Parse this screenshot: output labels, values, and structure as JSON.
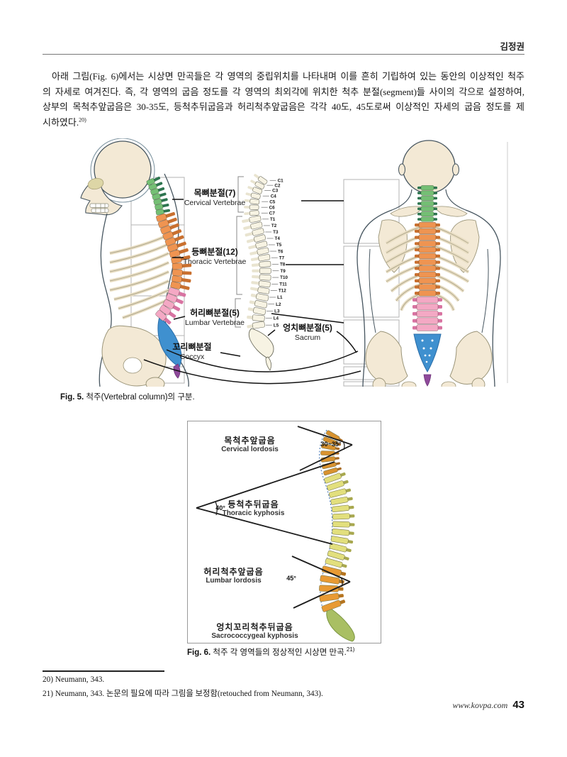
{
  "page": {
    "author": "김정권"
  },
  "paragraph": {
    "lines": [
      "아래 그림(Fig. 6)에서는 시상면 만곡들은 각 영역의 중립위치를 나타내며 이를 흔히 기립하여 있는 동안의 이상적인 척주",
      "의 자세로 여겨진다. 즉, 각 영역의 굽음 정도를 각 영역의 최외각에 위치한 척추 분절(segment)들 사이의 각으로 설정하여,",
      "상부의 목척추앞굽음은 30-35도, 등척추뒤굽음과 허리척추앞굽음은 각각 40도, 45도로써 이상적인 자세의 굽음 정도를 제",
      "시하였다."
    ],
    "footnote_ref": "20)"
  },
  "fig5": {
    "caption_label": "Fig. 5.",
    "caption_text": " 척주(Vertebral column)의 구분.",
    "regions": [
      {
        "kr": "목뼈분절(7)",
        "en": "Cervical Vertebrae"
      },
      {
        "kr": "등뼈분절(12)",
        "en": "Thoracic Vertebrae"
      },
      {
        "kr": "허리뼈분절(5)",
        "en": "Lumbar Vertebrae"
      },
      {
        "kr": "엉치뼈분절(5)",
        "en": "Sacrum"
      },
      {
        "kr": "꼬리뼈분절",
        "en": "Coccyx"
      }
    ],
    "vertebrae": {
      "cervical": [
        "C1",
        "C2",
        "C3",
        "C4",
        "C5",
        "C6",
        "C7"
      ],
      "thoracic": [
        "T1",
        "T2",
        "T3",
        "T4",
        "T5",
        "T6",
        "T7",
        "T8",
        "T9",
        "T10",
        "T11",
        "T12"
      ],
      "lumbar": [
        "L1",
        "L2",
        "L3",
        "L4",
        "L5"
      ]
    },
    "colors": {
      "cervical": "#74bf74",
      "cervical_dark": "#2e7550",
      "thoracic": "#ef9451",
      "thoracic_dark": "#c9702f",
      "lumbar": "#f4a8c4",
      "lumbar_dark": "#d873a1",
      "sacrum": "#3f90cf",
      "coccyx": "#8f4a9b",
      "skin": "#f3e9d5",
      "bone": "#f7f3e3",
      "outline": "#46555f"
    }
  },
  "fig6": {
    "caption_label": "Fig. 6.",
    "caption_text": " 척주 각 영역들의 정상적인 시상면 만곡.",
    "footnote_ref": "21)",
    "curves": [
      {
        "kr": "목척추앞굽음",
        "en": "Cervical lordosis",
        "angle": "30~35°"
      },
      {
        "kr": "등척추뒤굽음",
        "en": "Thoracic kyphosis",
        "angle": "40°"
      },
      {
        "kr": "허리척추앞굽음",
        "en": "Lumbar lordosis",
        "angle": "45°"
      },
      {
        "kr": "엉치꼬리척추뒤굽음",
        "en": "Sacrococcygeal kyphosis",
        "angle": ""
      }
    ],
    "colors": {
      "cervical": "#d8922f",
      "cervical_dark": "#a86a20",
      "thoracic": "#e2df7d",
      "thoracic_dark": "#a8a84f",
      "lumbar": "#e89a33",
      "lumbar_dark": "#b5741f",
      "sacrum": "#a9bf63"
    }
  },
  "footnotes": [
    "20) Neumann, 343.",
    "21) Neumann, 343. 논문의 필요에 따라 그림을 보정함(retouched from Neumann, 343)."
  ],
  "footer": {
    "site": "www.kovpa.com",
    "page": "43"
  }
}
